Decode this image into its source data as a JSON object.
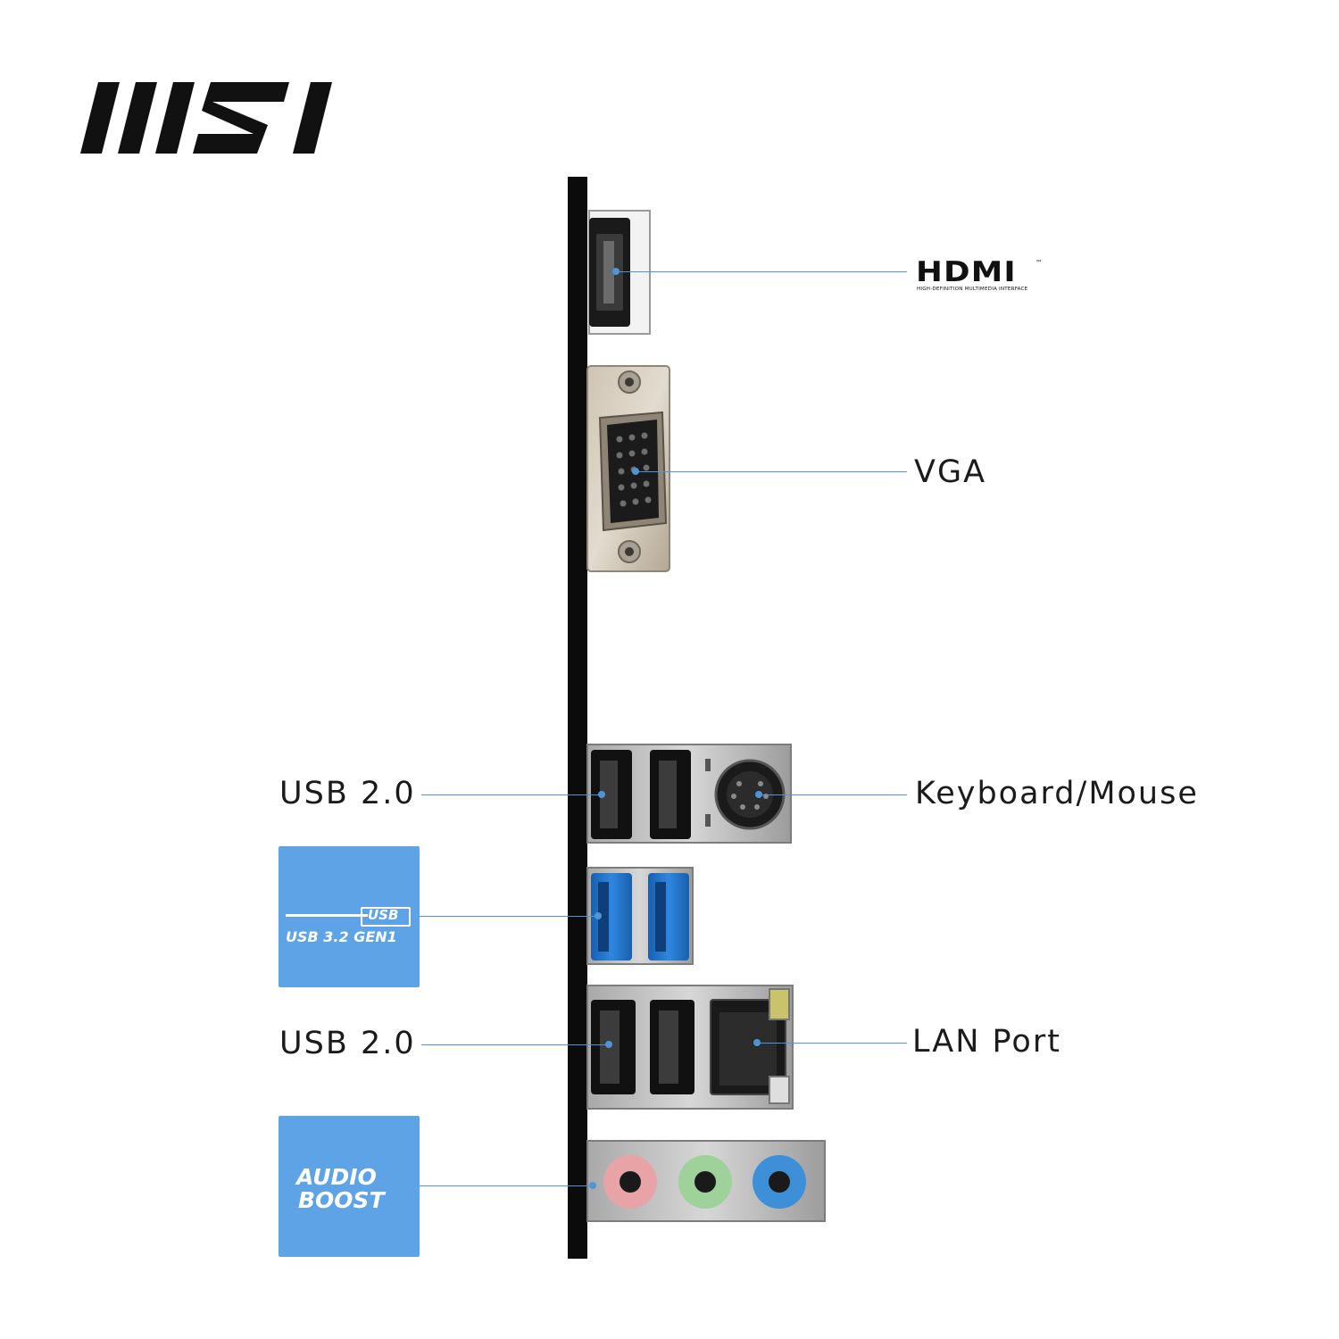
{
  "brand": {
    "name": "MSI"
  },
  "ports": {
    "hdmi": {
      "logo_text": "HDMI",
      "trademark": "™",
      "tagline": "HIGH-DEFINITION MULTIMEDIA INTERFACE"
    },
    "vga": {
      "label": "VGA"
    },
    "usb20_top": {
      "label": "USB 2.0"
    },
    "keyboard_mouse": {
      "label": "Keyboard/Mouse"
    },
    "usb32": {
      "badge_top": "USB",
      "badge_bottom": "USB 3.2 GEN1"
    },
    "usb20_bottom": {
      "label": "USB 2.0"
    },
    "lan": {
      "label": "LAN Port"
    },
    "audio": {
      "badge_line1": "AUDIO",
      "badge_line2": "BOOST"
    }
  },
  "colors": {
    "accent_blue": "#5da3e6",
    "callout_line": "#4f95d4",
    "usb3_port": "#1f6fc4",
    "audio_pink": "#e8a3a6",
    "audio_green": "#9fd29a",
    "audio_blue": "#3d8fd8"
  }
}
